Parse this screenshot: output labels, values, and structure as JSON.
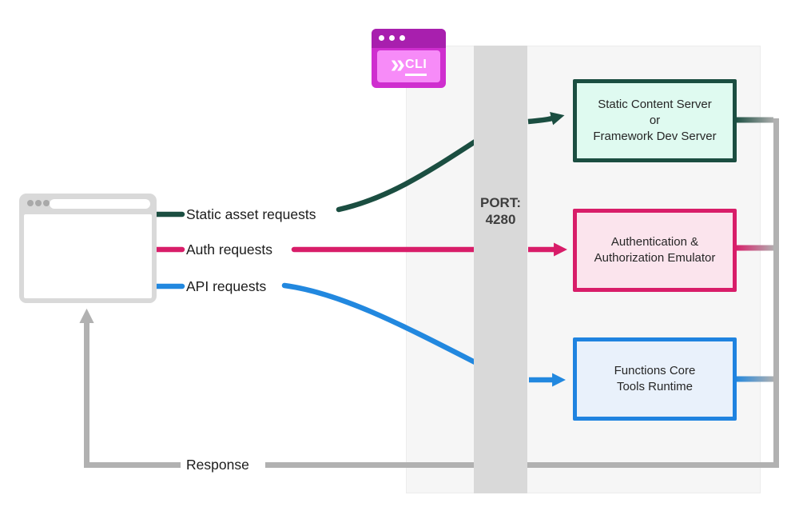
{
  "colors": {
    "green": "#1B4E41",
    "pink": "#D81D69",
    "blue": "#2288DF",
    "gray_line": "#B1B1B1",
    "panel_bg": "#F6F6F6",
    "port_bar_bg": "#D9D9D9",
    "green_box_fill": "#DFFAF0",
    "pink_box_fill": "#FBE4ED",
    "blue_box_fill": "#E9F1FB",
    "cli_outer": "#CF2ECF",
    "cli_titlebar": "#A81FAE",
    "cli_screen": "#F78BF8",
    "browser_frame": "#D9D9D9"
  },
  "cli_badge": {
    "chevron": "»",
    "label": "CLI"
  },
  "port": {
    "line1": "PORT:",
    "line2": "4280"
  },
  "labels": {
    "static_requests": "Static asset requests",
    "auth_requests": "Auth requests",
    "api_requests": "API requests",
    "response": "Response"
  },
  "boxes": {
    "static_server": {
      "line1": "Static Content Server",
      "line2": "or",
      "line3": "Framework Dev Server"
    },
    "auth_emulator": {
      "line1": "Authentication &",
      "line2": "Authorization Emulator"
    },
    "functions_runtime": {
      "line1": "Functions Core",
      "line2": "Tools Runtime"
    }
  }
}
